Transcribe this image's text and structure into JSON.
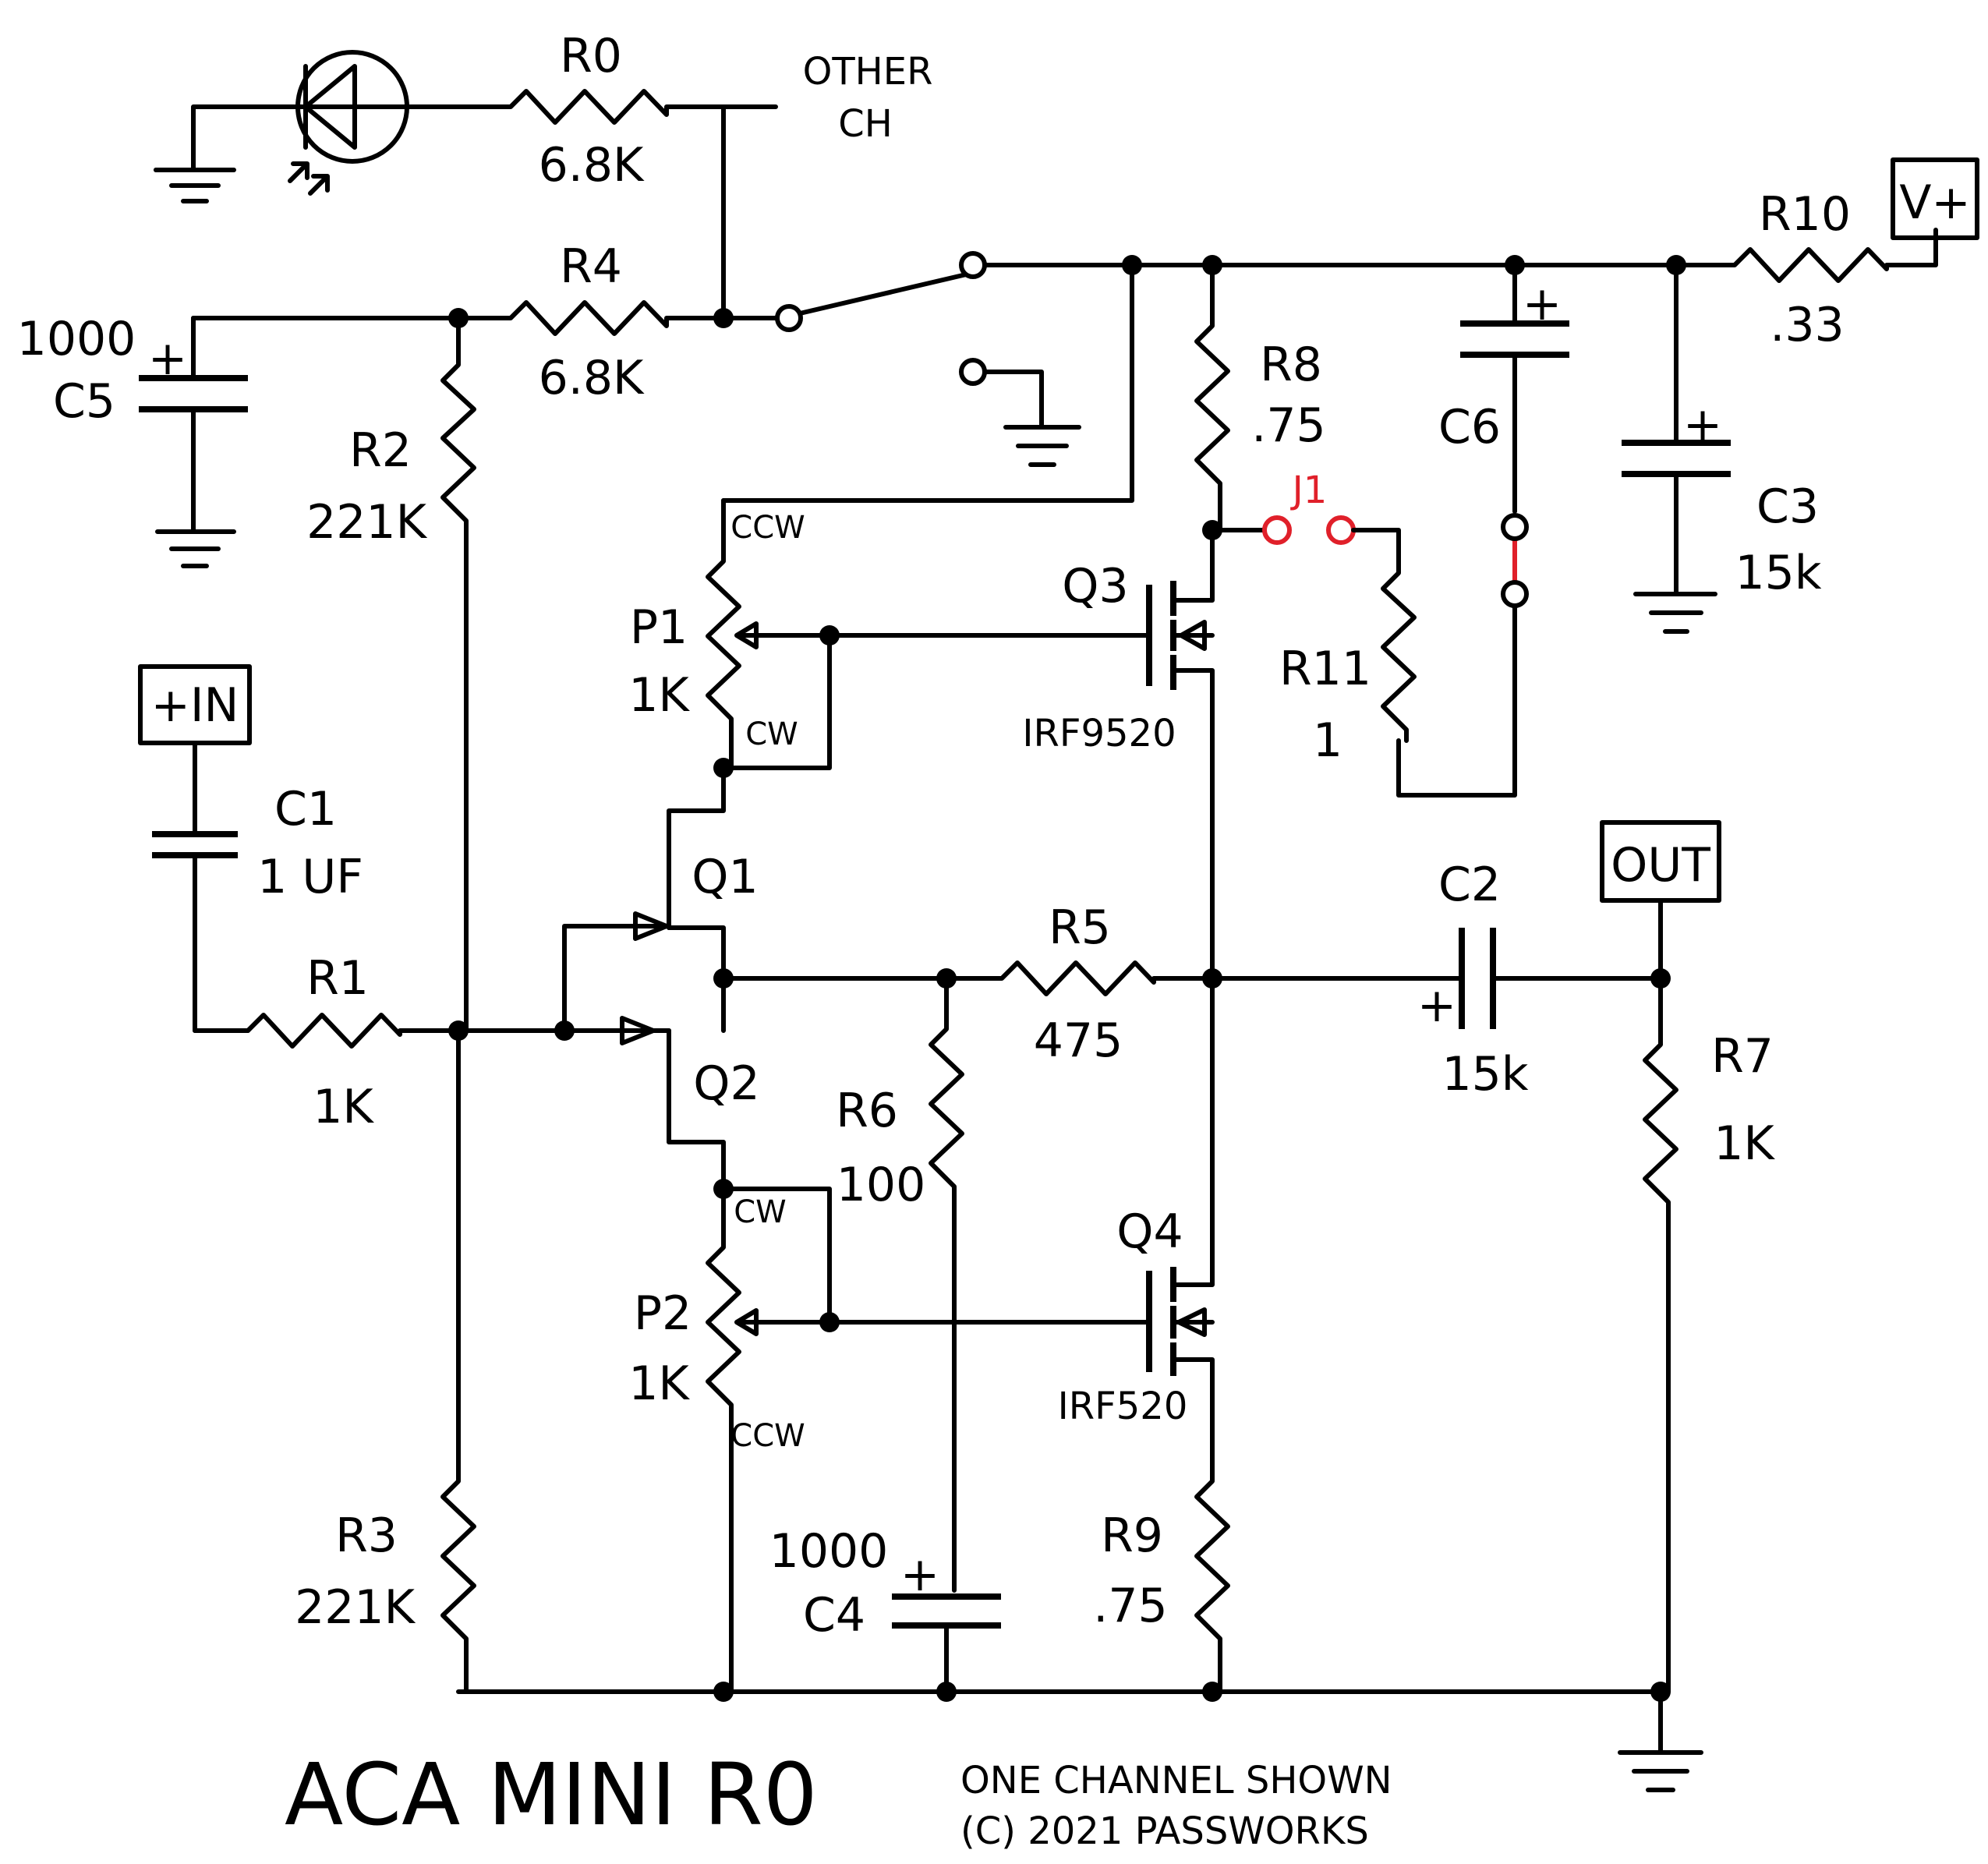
{
  "title": "ACA MINI R0",
  "notes": [
    "ONE CHANNEL SHOWN",
    "(C) 2021 PASSWORKS"
  ],
  "other_channel": [
    "OTHER",
    "CH"
  ],
  "ports": {
    "input": "+IN",
    "output": "OUT",
    "supply": "V+"
  },
  "colors": {
    "wire": "#000000",
    "jumper": "#e0202a",
    "background": "#ffffff"
  },
  "components": {
    "R0": {
      "ref": "R0",
      "value": "6.8K"
    },
    "R1": {
      "ref": "R1",
      "value": "1K"
    },
    "R2": {
      "ref": "R2",
      "value": "221K"
    },
    "R3": {
      "ref": "R3",
      "value": "221K"
    },
    "R4": {
      "ref": "R4",
      "value": "6.8K"
    },
    "R5": {
      "ref": "R5",
      "value": "475"
    },
    "R6": {
      "ref": "R6",
      "value": "100"
    },
    "R7": {
      "ref": "R7",
      "value": "1K"
    },
    "R8": {
      "ref": "R8",
      "value": ".75"
    },
    "R9": {
      "ref": "R9",
      "value": ".75"
    },
    "R10": {
      "ref": "R10",
      "value": ".33"
    },
    "R11": {
      "ref": "R11",
      "value": "1"
    },
    "C1": {
      "ref": "C1",
      "value": "1 UF"
    },
    "C2": {
      "ref": "C2",
      "value": "15k"
    },
    "C3": {
      "ref": "C3",
      "value": "15k"
    },
    "C4": {
      "ref": "C4",
      "value": "1000"
    },
    "C5": {
      "ref": "C5",
      "value": "1000"
    },
    "C6": {
      "ref": "C6"
    },
    "P1": {
      "ref": "P1",
      "value": "1K",
      "end_top": "CCW",
      "end_bottom": "CW"
    },
    "P2": {
      "ref": "P2",
      "value": "1K",
      "end_top": "CW",
      "end_bottom": "CCW"
    },
    "Q1": {
      "ref": "Q1"
    },
    "Q2": {
      "ref": "Q2"
    },
    "Q3": {
      "ref": "Q3",
      "part": "IRF9520"
    },
    "Q4": {
      "ref": "Q4",
      "part": "IRF520"
    },
    "J1": {
      "ref": "J1"
    }
  },
  "polarity_mark": "+"
}
